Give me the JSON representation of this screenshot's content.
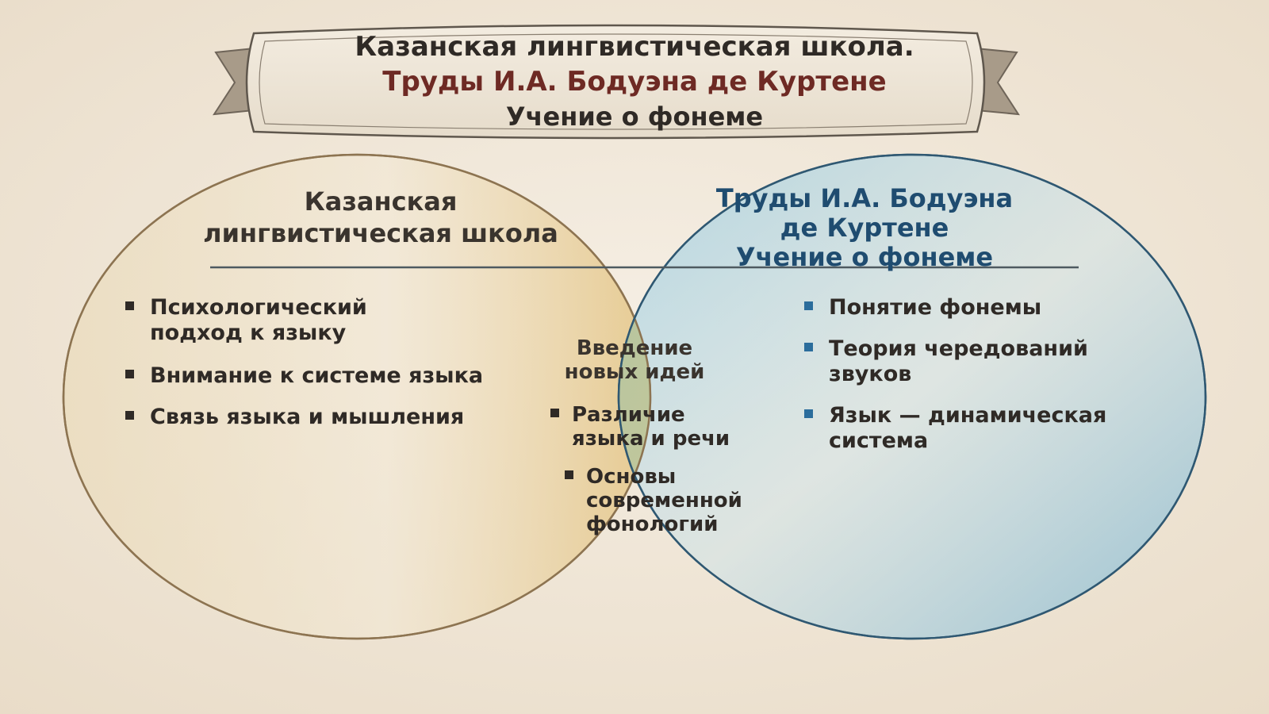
{
  "banner": {
    "line1": "Казанская лингвистическая школа.",
    "line2": "Труды И.А. Бодуэна де Куртене",
    "line3": "Учение о фонеме"
  },
  "left_set": {
    "title": "Казанская\nлингвистическая школа",
    "items": [
      "Психологический\nподход к языку",
      "Внимание к системе языка",
      "Связь языка и мышления"
    ]
  },
  "right_set": {
    "title": "Труды И.А. Бодуэна\nде Куртене\nУчение о фонеме",
    "items": [
      "Понятие фонемы",
      "Теория чередований\nзвуков",
      "Язык — динамическая\nсистема"
    ]
  },
  "intersection": {
    "heading": "Введение\nновых идей",
    "items": [
      "Различие\nязыка и речи",
      "Основы\nсовременной\nфонологий"
    ]
  },
  "colors": {
    "background": "#efe6d8",
    "left_fill": "#e6c98c",
    "right_fill": "#8fc2da",
    "left_outline": "#8d7451",
    "right_outline": "#2f5872",
    "banner_dark_text": "#2f2a26",
    "banner_accent_text": "#6e2a24",
    "left_title_text": "#3a342e",
    "right_title_text": "#1f4c70",
    "left_bullet": "#2f2a26",
    "right_bullet": "#2b6d9c"
  }
}
